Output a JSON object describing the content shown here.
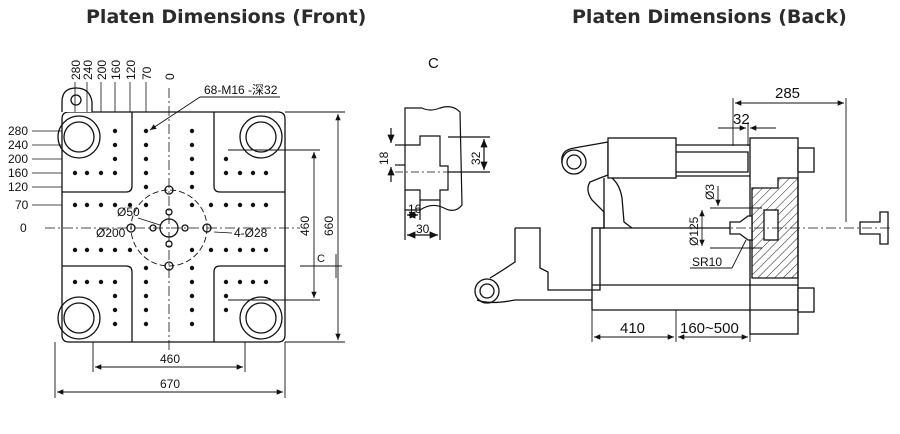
{
  "titles": {
    "front": "Platen Dimensions (Front)",
    "back": "Platen Dimensions (Back)"
  },
  "front": {
    "top_ticks": [
      "280",
      "240",
      "200",
      "160",
      "120",
      "70",
      "0"
    ],
    "left_ticks": [
      "280",
      "240",
      "200",
      "160",
      "120",
      "70",
      "0"
    ],
    "callout_thread": "68-M16 -深32",
    "label_center_bore": "Ø50",
    "label_pcd": "Ø200",
    "label_holes": "4-Ø28",
    "dim_inner_width": "460",
    "dim_outer_width": "670",
    "dim_inner_height": "460",
    "dim_outer_height": "660",
    "section_mark": "C"
  },
  "detail": {
    "label": "C",
    "dim_18": "18",
    "dim_32": "32",
    "dim_16": "16",
    "dim_30": "30"
  },
  "back": {
    "dim_285": "285",
    "dim_32": "32",
    "dim_3": "Ø3",
    "dim_125": "Ø125",
    "dim_sr10": "SR10",
    "dim_410": "410",
    "dim_stroke": "160~500"
  }
}
